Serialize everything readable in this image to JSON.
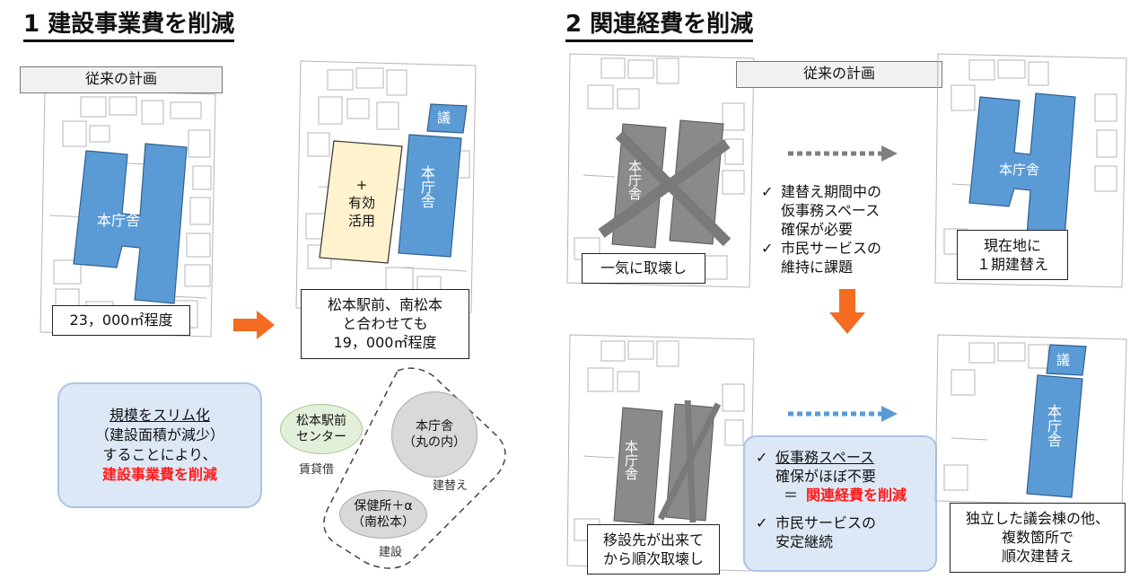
{
  "left": {
    "heading": "1 建設事業費を削減",
    "conventional_label": "従来の計画",
    "building_honchosha": "本庁舎",
    "gikai": "議",
    "yukou_line1": "+",
    "yukou_line2": "有効",
    "yukou_line3": "活用",
    "area_before": "23，000㎡程度",
    "area_after_line1": "松本駅前、南松本",
    "area_after_line2": "と合わせても",
    "area_after_line3": "19，000㎡程度",
    "summary_line1": "規模をスリム化",
    "summary_line2": "（建設面積が減少）",
    "summary_line3": "することにより、",
    "summary_line4": "建設事業費を削減",
    "circles": {
      "station_line1": "松本駅前",
      "station_line2": "センター",
      "station_caption": "賃貸借",
      "main_line1": "本庁舎",
      "main_line2": "（丸の内）",
      "main_caption": "建替え",
      "health_line1": "保健所＋α",
      "health_line2": "（南松本）",
      "health_caption": "建設"
    }
  },
  "right": {
    "heading": "2 関連経費を削減",
    "conventional_label": "従来の計画",
    "demolish_all": "一気に取壊し",
    "notes": {
      "line1": "建替え期間中の",
      "line2": "仮事務スペース",
      "line3": "確保が必要",
      "line4": "市民サービスの",
      "line5": "維持に課題"
    },
    "current_site_line1": "現在地に",
    "current_site_line2": "１期建替え",
    "building_honchosha": "本庁舎",
    "gikai": "議",
    "sequential_line1": "移設先が出来て",
    "sequential_line2": "から順次取壊し",
    "benefit": {
      "line1": "仮事務スペース",
      "line2": "確保がほぼ不要",
      "line3_eq": "＝",
      "line3_red": "関連経費を削減",
      "line4": "市民サービスの",
      "line5": "安定継続"
    },
    "independent_line1": "独立した議会棟の他、",
    "independent_line2": "複数箇所で",
    "independent_line3": "順次建替え"
  },
  "colors": {
    "blue_building": "#5b9bd5",
    "gray_building": "#8a8a8a",
    "orange_arrow": "#f36c21",
    "dotted_gray": "#7f7f7f",
    "dotted_blue": "#5b9bd5",
    "summary_bg": "#dde8f6",
    "yellow_block": "#fff2cc",
    "highlight_red": "#ff1a1a"
  }
}
